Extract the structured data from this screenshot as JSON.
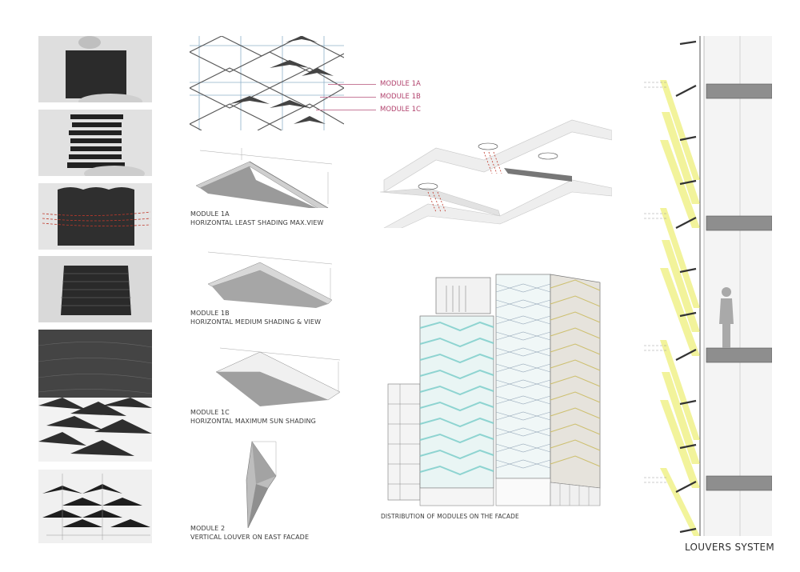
{
  "board": {
    "background": "#ffffff",
    "accent_pink": "#b2436e",
    "louver_yellow": "#eef07a",
    "facade_teal": "#6cc3c0"
  },
  "photos": [
    {
      "id": "photo-1",
      "description": "flat black sheet held by hands"
    },
    {
      "id": "photo-2",
      "description": "expanded slit sheet"
    },
    {
      "id": "photo-3",
      "description": "folded sheet with red dashed lines"
    },
    {
      "id": "photo-4",
      "description": "folded diamond pattern"
    },
    {
      "id": "photo-5",
      "description": "close-up of folded louvers"
    },
    {
      "id": "photo-6",
      "description": "triangular modules with grid lines"
    }
  ],
  "grid_diagram": {
    "labels": [
      "MODULE 1A",
      "MODULE 1B",
      "MODULE 1C"
    ]
  },
  "modules": [
    {
      "title": "MODULE 1A",
      "subtitle": "HORIZONTAL LEAST SHADING MAX.VIEW"
    },
    {
      "title": "MODULE 1B",
      "subtitle": "HORIZONTAL MEDIUM SHADING & VIEW"
    },
    {
      "title": "MODULE 1C",
      "subtitle": "HORIZONTAL MAXIMUM SUN SHADING"
    },
    {
      "title": "MODULE 2",
      "subtitle": " VERTICAL LOUVER ON EAST FACADE"
    }
  ],
  "building": {
    "caption": "DISTRIBUTION OF MODULES ON THE FACADE"
  },
  "section": {
    "title": "LOUVERS SYSTEM"
  }
}
